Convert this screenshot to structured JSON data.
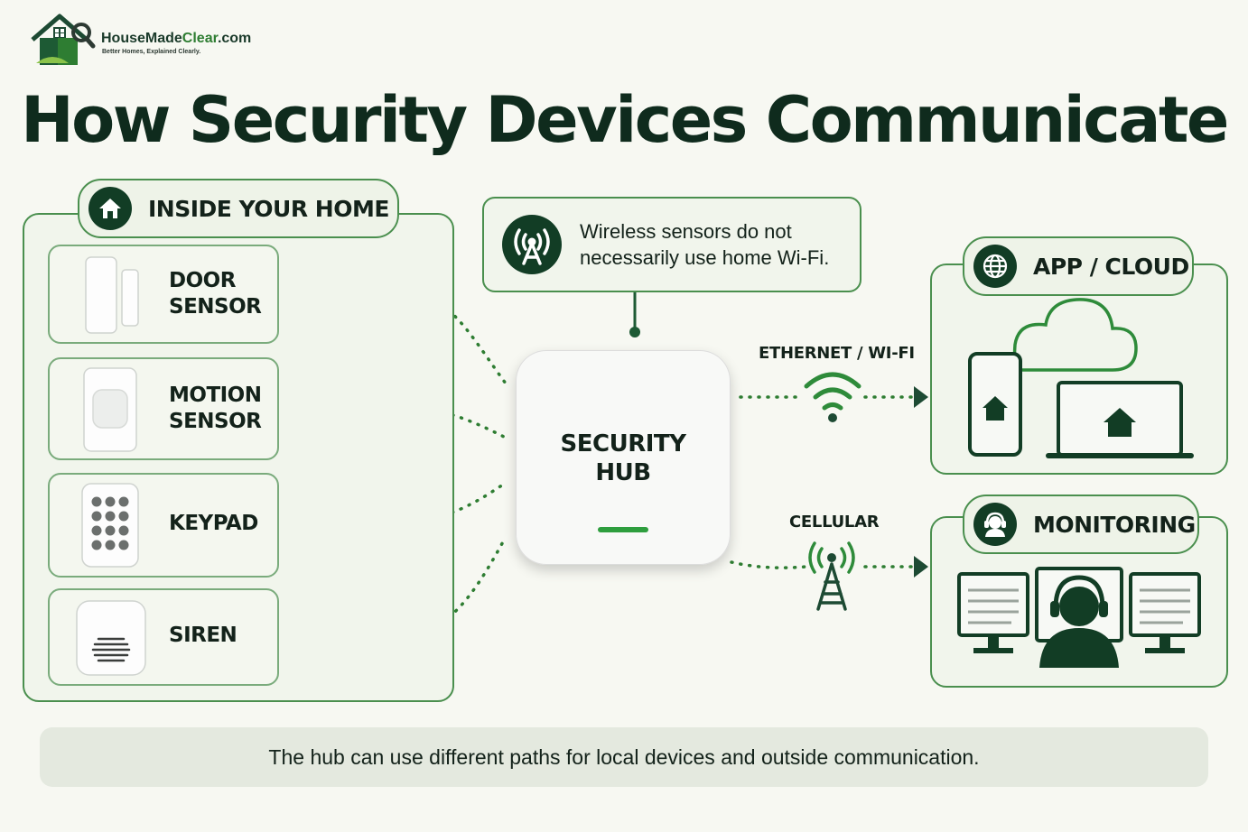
{
  "brand": {
    "name_dark": "HouseMade",
    "name_green": "Clear",
    "name_suffix": ".com",
    "tagline": "Better Homes, Explained Clearly."
  },
  "title": "How Security Devices Communicate",
  "inside_panel": {
    "label": "INSIDE YOUR HOME",
    "icon": "home-icon",
    "devices": [
      {
        "line1": "DOOR",
        "line2": "SENSOR",
        "icon": "door-sensor-icon"
      },
      {
        "line1": "MOTION",
        "line2": "SENSOR",
        "icon": "motion-sensor-icon"
      },
      {
        "line1": "KEYPAD",
        "line2": "",
        "icon": "keypad-icon"
      },
      {
        "line1": "SIREN",
        "line2": "",
        "icon": "siren-icon"
      }
    ]
  },
  "note": {
    "line1": "Wireless sensors do not",
    "line2": "necessarily use home Wi-Fi.",
    "icon": "antenna-icon"
  },
  "hub": {
    "line1": "SECURITY",
    "line2": "HUB"
  },
  "links": {
    "ethernet_wifi": "ETHERNET / WI-FI",
    "cellular": "CELLULAR"
  },
  "app_panel": {
    "label": "APP / CLOUD",
    "icon": "globe-icon"
  },
  "monitoring_panel": {
    "label": "MONITORING",
    "icon": "headset-icon"
  },
  "footer": "The hub can use different paths for local devices and outside communication.",
  "colors": {
    "dark_green": "#123d25",
    "accent_green": "#2e8b3a",
    "border_green": "#4a8f4e",
    "background": "#f7f8f2"
  }
}
